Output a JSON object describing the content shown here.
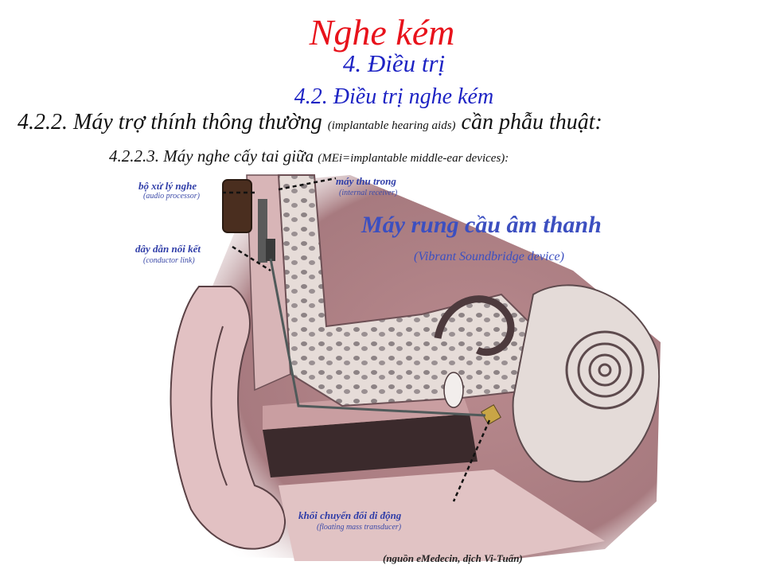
{
  "title": "Nghe kém",
  "section": "4. Điều trị",
  "subsection": "4.2. Điều trị nghe kém",
  "subsub": {
    "main": "4.2.2. Máy trợ thính thông thường",
    "paren": "(implantable hearing aids)",
    "tail": "cần phẫu thuật:"
  },
  "subsubsub": {
    "main": "4.2.2.3. Máy nghe cấy tai giữa",
    "paren": "(MEi=implantable middle-ear devices):"
  },
  "device": {
    "name": "Máy rung cầu âm thanh",
    "english": "(Vibrant Soundbridge device)"
  },
  "labels": {
    "audio_processor": "bộ xử lý nghe",
    "audio_processor_en": "(audio processor)",
    "internal_receiver": "máy thu trong",
    "internal_receiver_en": "(internal receiver)",
    "conductor_link": "dây dẫn nối kết",
    "conductor_link_en": "(conductor link)",
    "fmt": "khối chuyển đổi di động",
    "fmt_en": "(floating mass transducer)"
  },
  "source": "(nguồn eMedecin, dịch Vi-Tuấn)",
  "colors": {
    "title": "#e8121b",
    "heading": "#1d23c4",
    "label": "#2f3da8"
  }
}
